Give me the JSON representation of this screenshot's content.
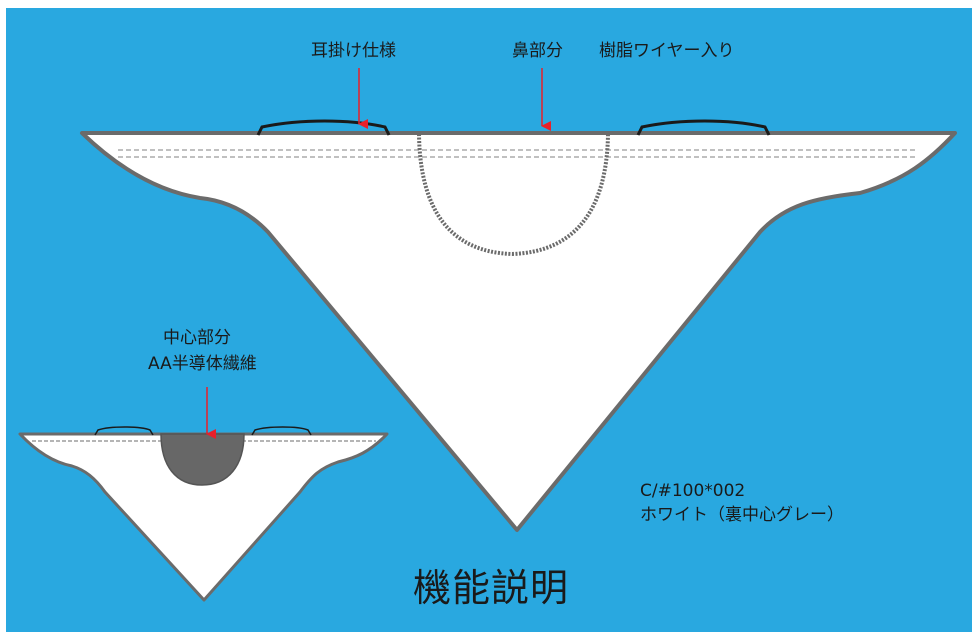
{
  "labels": {
    "ear_loop": "耳掛け仕様",
    "nose_part": "鼻部分",
    "nose_wire": "樹脂ワイヤー入り",
    "center_line1": "中心部分",
    "center_line2": "AA半導体繊維",
    "color_code": "C/#100*002",
    "color_name": "ホワイト（裏中心グレー）",
    "title": "機能説明"
  },
  "colors": {
    "background": "#29a8e0",
    "mask_fill": "#ffffff",
    "mask_outline": "#6b6b6b",
    "center_panel": "#676767",
    "arrow": "#e8202a",
    "ear_loop": "#1a1a1a"
  }
}
